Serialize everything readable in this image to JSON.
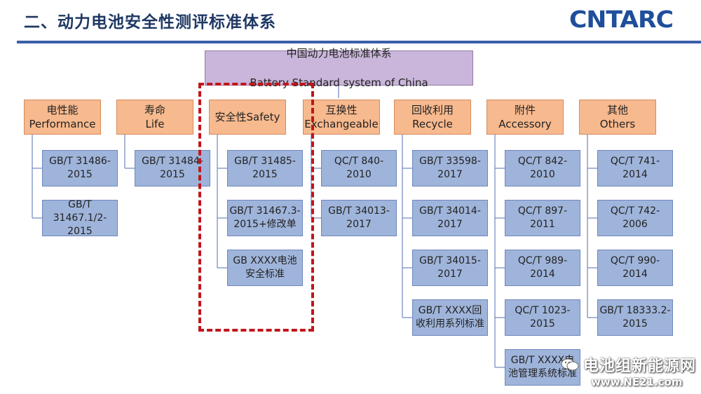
{
  "header": {
    "title": "二、动力电池安全性测评标准体系",
    "logo_text": "CNTARC"
  },
  "root": {
    "line1": "中国动力电池标准体系",
    "line2": "Battery Standard system of China"
  },
  "categories": [
    {
      "label": "电性能\nPerformance",
      "standards": [
        "GB/T 31486-\n2015",
        "GB/T\n31467.1/2-\n2015"
      ]
    },
    {
      "label": "寿命\nLife",
      "standards": [
        "GB/T 31484-\n2015"
      ]
    },
    {
      "label": "安全性Safety",
      "standards": [
        "GB/T 31485-\n2015",
        "GB/T 31467.3-\n2015+修改单",
        "GB XXXX电池\n安全标准"
      ]
    },
    {
      "label": "互换性\nExchangeable",
      "standards": [
        "QC/T 840-\n2010",
        "GB/T 34013-\n2017"
      ]
    },
    {
      "label": "回收利用\nRecycle",
      "standards": [
        "GB/T 33598-\n2017",
        "GB/T 34014-\n2017",
        "GB/T 34015-\n2017",
        "GB/T XXXX回\n收利用系列标准"
      ]
    },
    {
      "label": "附件\nAccessory",
      "standards": [
        "QC/T 842-\n2010",
        "QC/T 897-\n2011",
        "QC/T 989-\n2014",
        "QC/T 1023-\n2015",
        "GB/T XXXX电\n池管理系统标准"
      ]
    },
    {
      "label": "其他\nOthers",
      "standards": [
        "QC/T 741-\n2014",
        "QC/T 742-\n2006",
        "QC/T 990-\n2014",
        "GB/T 18333.2-\n2015"
      ]
    }
  ],
  "highlight": {
    "category_index": 2,
    "color": "#c0161c"
  },
  "watermark": {
    "line1": "电池组新能源网",
    "line2": "www.NE21.com"
  },
  "colors": {
    "root_fill": "#c9b6da",
    "category_fill": "#f7b98e",
    "standard_fill": "#9fb4da",
    "title": "#1f3864",
    "rule": "#3a5fa8"
  }
}
